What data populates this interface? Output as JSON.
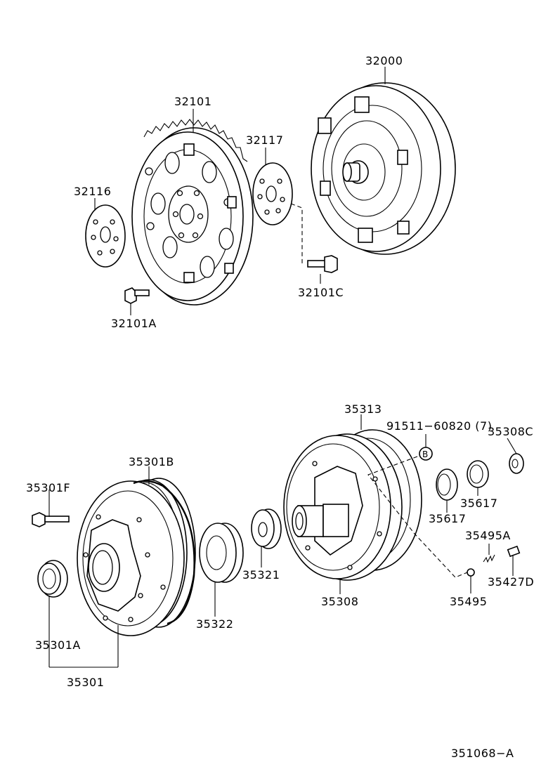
{
  "labels": {
    "p32000": "32000",
    "p32101": "32101",
    "p32117": "32117",
    "p32116": "32116",
    "p32101C": "32101C",
    "p32101A": "32101A",
    "p35313": "35313",
    "p91511": "91511−60820 (7)",
    "bmark": "B",
    "p35308C": "35308C",
    "p35301B": "35301B",
    "p35301F": "35301F",
    "p35617a": "35617",
    "p35617b": "35617",
    "p35495A": "35495A",
    "p35427D": "35427D",
    "p35321": "35321",
    "p35308": "35308",
    "p35495": "35495",
    "p35322": "35322",
    "p35301A": "35301A",
    "p35301": "35301",
    "diagram_id": "351068−A"
  }
}
